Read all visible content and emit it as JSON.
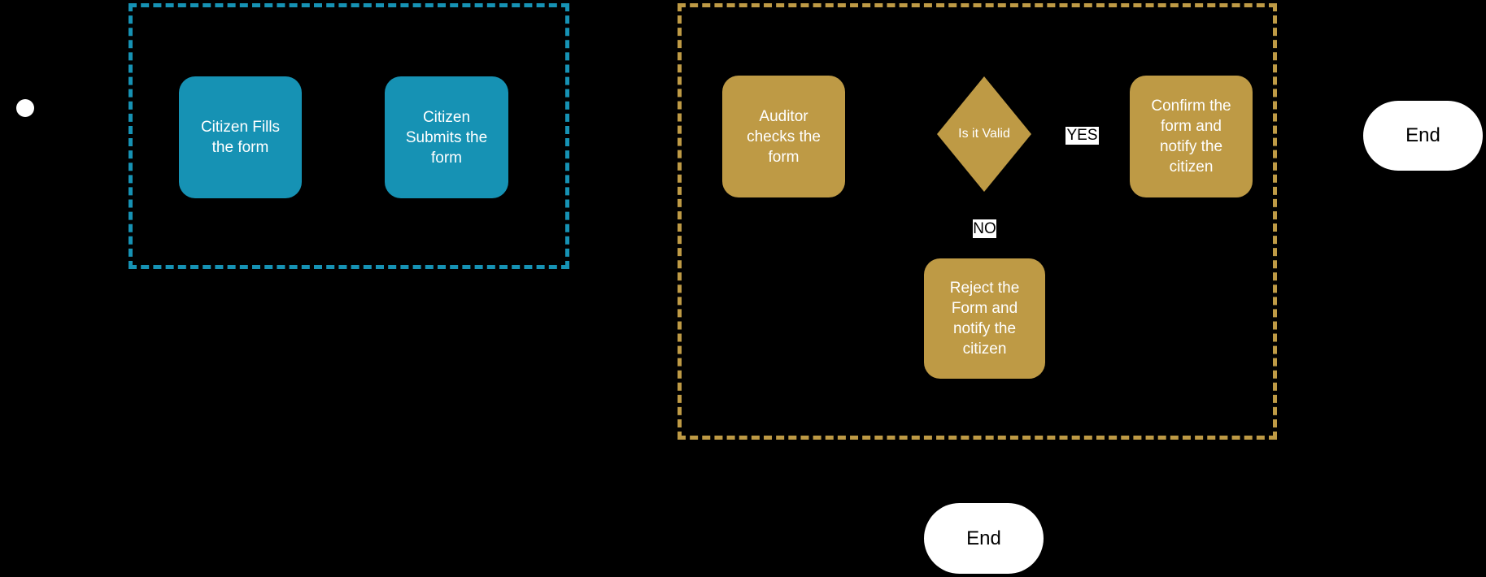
{
  "colors": {
    "background": "#000000",
    "citizen": "#1692B4",
    "auditor": "#BE9A45",
    "node_text": "#FFFFFF",
    "label_bg": "#FFFFFF",
    "label_text": "#000000",
    "terminal_bg": "#FFFFFF",
    "terminal_text": "#000000",
    "start_fill": "#FFFFFF"
  },
  "flowchart": {
    "citizen_lane": {
      "fill_form": {
        "label": "Citizen Fills\nthe form"
      },
      "submit_form": {
        "label": "Citizen\nSubmits the\nform"
      }
    },
    "auditor_lane": {
      "check_form": {
        "label": "Auditor\nchecks the\nform"
      },
      "decision": {
        "label": "Is it Valid"
      },
      "yes_label": "YES",
      "no_label": "NO",
      "confirm": {
        "label": "Confirm the\nform and\nnotify the\ncitizen"
      },
      "reject": {
        "label": "Reject the\nForm and\nnotify the\ncitizen"
      }
    },
    "end_right": {
      "label": "End"
    },
    "end_bottom": {
      "label": "End"
    }
  }
}
